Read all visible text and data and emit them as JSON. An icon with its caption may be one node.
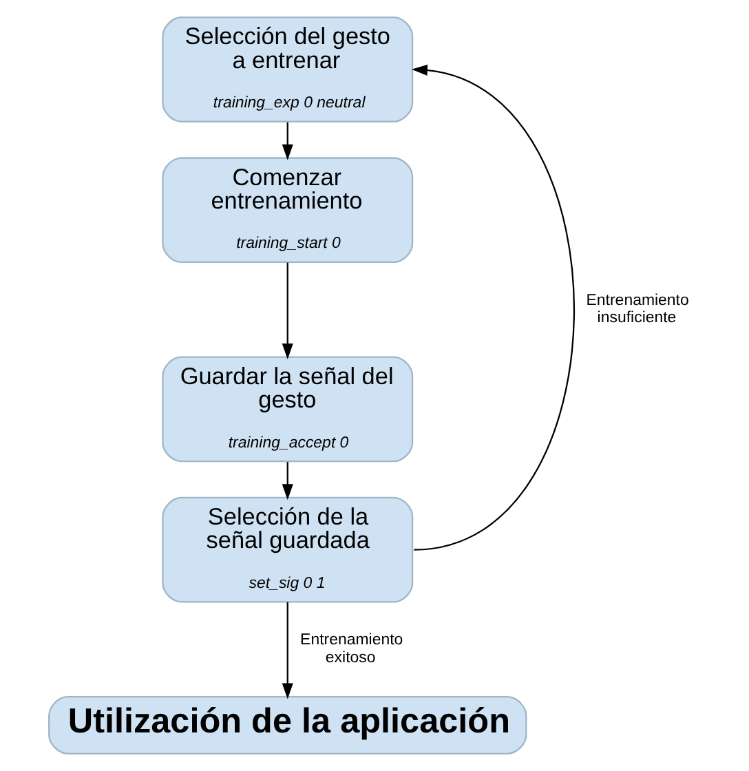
{
  "diagram": {
    "nodes": [
      {
        "text": [
          "Selección del gesto a entrenar",
          "training_exp 0 neutral"
        ]
      },
      {
        "text": [
          "Comenzar entrenamiento",
          "training_start 0"
        ]
      },
      {
        "text": [
          "Guardar la señal del gesto",
          "training_accept 0"
        ]
      },
      {
        "text": [
          "Selección de la señal guardada",
          "set_sig 0 1"
        ]
      },
      {
        "text": [
          "Utilización de la aplicación"
        ]
      }
    ],
    "edges": [
      {
        "from": 0,
        "to": 1,
        "arrow": "to"
      },
      {
        "from": 1,
        "to": 2,
        "arrow": "to"
      },
      {
        "from": 2,
        "to": 3,
        "arrow": "to"
      },
      {
        "from": 3,
        "to": 0,
        "arrow": "to",
        "label": "Entrenamiento insuficiente"
      },
      {
        "from": 3,
        "to": 4,
        "arrow": "to",
        "label": "Entrenamiento exitoso"
      }
    ]
  }
}
